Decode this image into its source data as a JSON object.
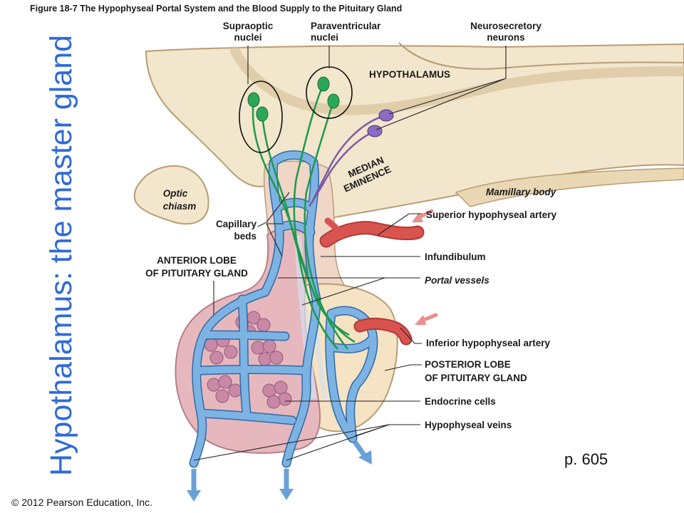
{
  "figure_caption": "Figure 18-7   The Hypophyseal Portal System and the Blood Supply to the Pituitary Gland",
  "side_title": "Hypothalamus: the master gland",
  "page_number": "p.  605",
  "copyright": "© 2012 Pearson Education, Inc.",
  "labels": {
    "supraoptic_1": "Supraoptic",
    "supraoptic_2": "nuclei",
    "paraventricular_1": "Paraventricular",
    "paraventricular_2": "nuclei",
    "neurosecretory_1": "Neurosecretory",
    "neurosecretory_2": "neurons",
    "hypothalamus": "HYPOTHALAMUS",
    "median_1": "MEDIAN",
    "median_2": "EMINENCE",
    "optic_1": "Optic",
    "optic_2": "chiasm",
    "mamillary": "Mamillary  body",
    "capillary_1": "Capillary",
    "capillary_2": "beds",
    "superior_artery": "Superior  hypophyseal  artery",
    "infundibulum": "Infundibulum",
    "anterior_1": "ANTERIOR LOBE",
    "anterior_2": "OF PITUITARY GLAND",
    "portal_vessels": "Portal vessels",
    "inferior_artery": "Inferior  hypophyseal  artery",
    "posterior_1": "POSTERIOR LOBE",
    "posterior_2": "OF PITUITARY GLAND",
    "endocrine": "Endocrine  cells",
    "veins": "Hypophyseal  veins"
  },
  "colors": {
    "tissue": "#f2e6cc",
    "tissue_edge": "#b89d74",
    "anterior_lobe": "#e6b8bd",
    "posterior_lobe": "#f5e3c3",
    "vessel_blue": "#7db3e3",
    "vessel_blue_edge": "#2f6aa8",
    "artery_red": "#d9534f",
    "neuron_green": "#1e9a4a",
    "neuron_purple": "#7a5aa8",
    "title_blue": "#2f6bd8"
  }
}
